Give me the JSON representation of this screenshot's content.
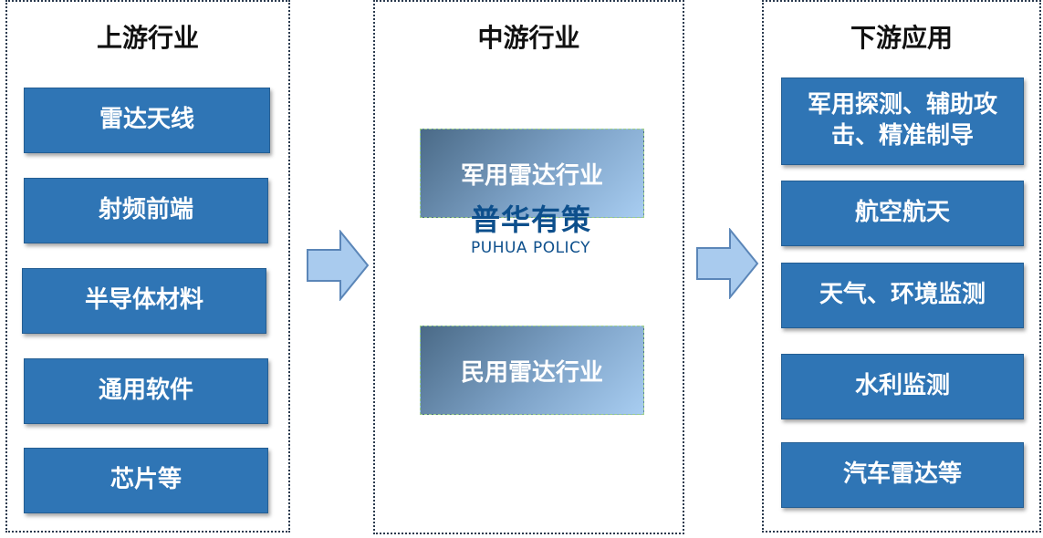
{
  "upstream": {
    "title": "上游行业",
    "items": [
      "雷达天线",
      "射频前端",
      "半导体材料",
      "通用软件",
      "芯片等"
    ]
  },
  "midstream": {
    "title": "中游行业",
    "items": [
      "军用雷达行业",
      "民用雷达行业"
    ]
  },
  "downstream": {
    "title": "下游应用",
    "items": [
      "军用探测、辅助攻击、精准制导",
      "航空航天",
      "天气、环境监测",
      "水利监测",
      "汽车雷达等"
    ]
  },
  "watermark": {
    "cn": "普华有策",
    "en": "PUHUA POLICY"
  },
  "colors": {
    "box_blue": "#2f75b5",
    "arrow_fill": "#a9cbee",
    "arrow_stroke": "#5b86b8",
    "watermark": "#0d4f8c"
  }
}
